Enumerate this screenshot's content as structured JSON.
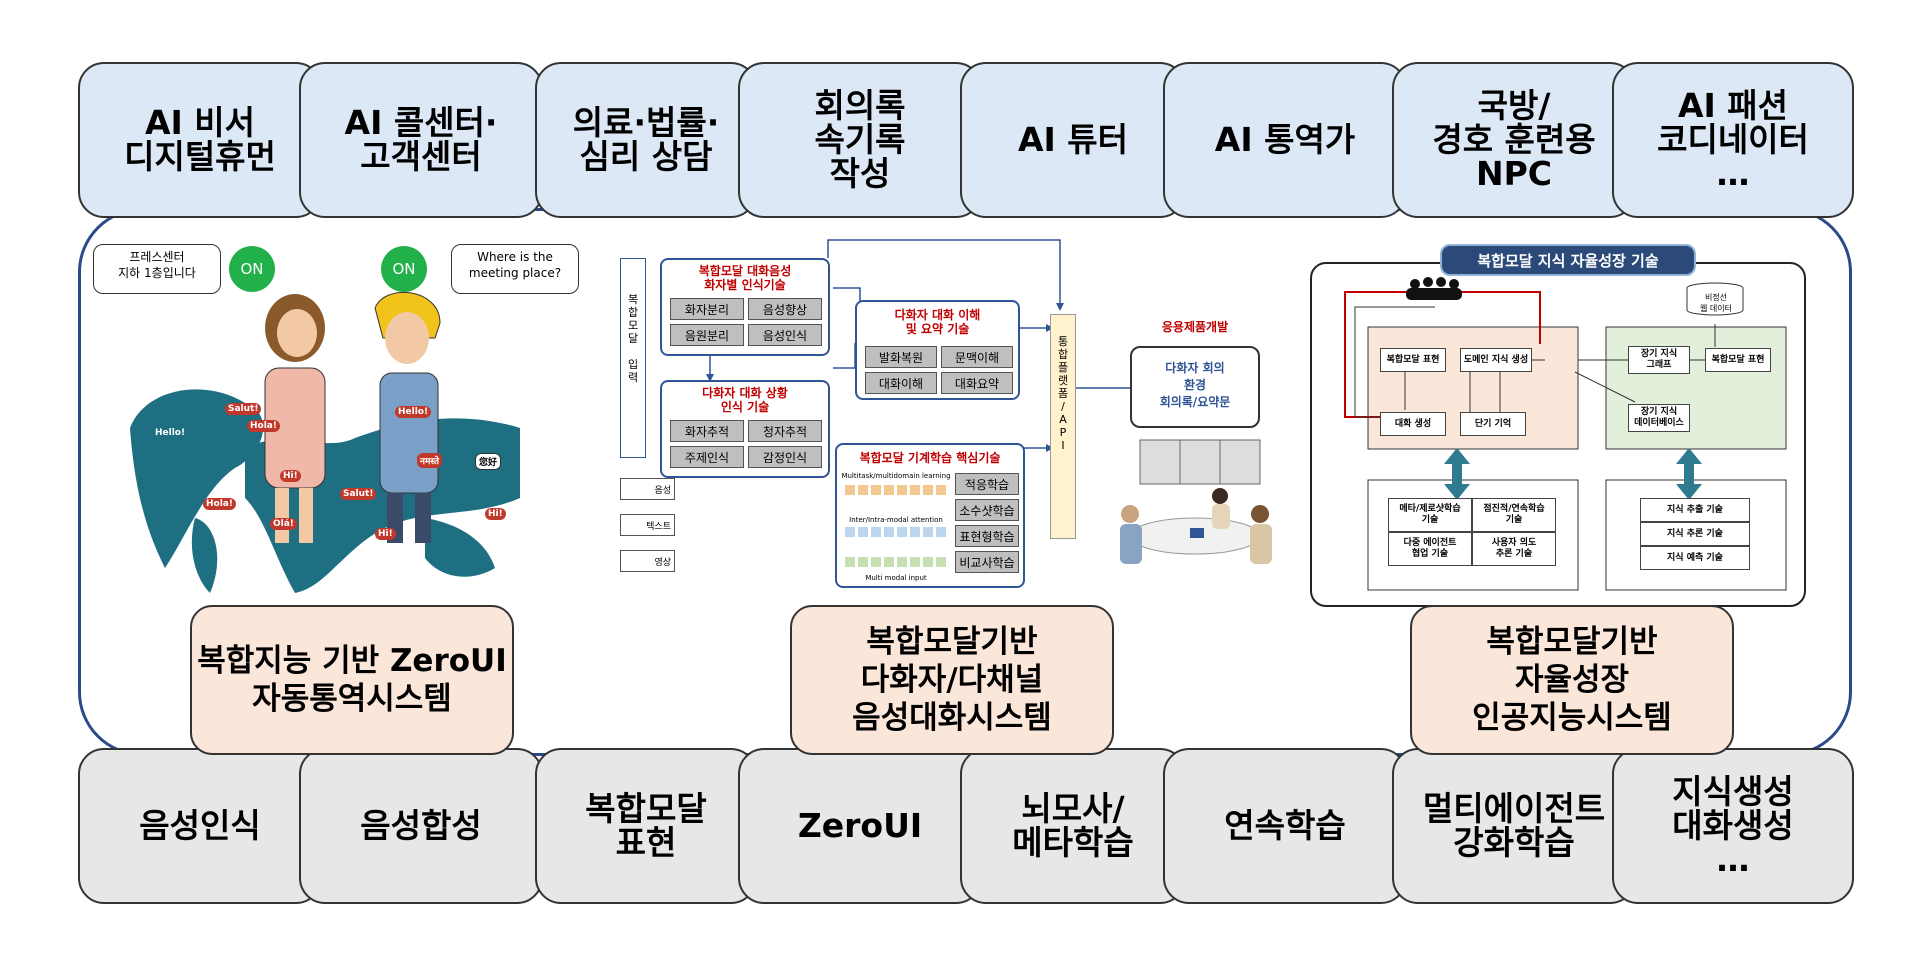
{
  "top_tiles": [
    "AI 비서\n디지털휴먼",
    "AI 콜센터·\n고객센터",
    "의료·법률·\n심리 상담",
    "회의록\n속기록\n작성",
    "AI 튜터",
    "AI 통역가",
    "국방/\n경호 훈련용\nNPC",
    "AI 패션\n코디네이터\n…"
  ],
  "bottom_tiles": [
    "음성인식",
    "음성합성",
    "복합모달\n표현",
    "ZeroUI",
    "뇌모사/\n메타학습",
    "연속학습",
    "멀티에이전트\n강화학습",
    "지식생성\n대화생성\n…"
  ],
  "systems": [
    "복합지능 기반 ZeroUI\n자동통역시스템",
    "복합모달기반\n다화자/다채널\n음성대화시스템",
    "복합모달기반\n자율성장\n인공지능시스템"
  ],
  "left_panel": {
    "bubble_left": "프레스센터\n지하 1층입니다",
    "bubble_right": "Where is the\nmeeting place?",
    "on_left": "ON",
    "on_right": "ON",
    "greetings": [
      "Hello!",
      "Salut!",
      "Hola!",
      "Hello!",
      "Hi!",
      "नमस्ते",
      "您好",
      "Salut!",
      "Hola!",
      "Olá!",
      "Hi!",
      "Hi!"
    ]
  },
  "middle_panel": {
    "input_label": "복\n합\n모\n달\n\n입\n력",
    "box1_title": "복합모달 대화음성\n화자별 인식기술",
    "box1_items": [
      "화자분리",
      "음성향상",
      "음원분리",
      "음성인식"
    ],
    "box2_title": "다화자 대화 상황\n인식 기술",
    "box2_items": [
      "화자추적",
      "청자추적",
      "주제인식",
      "감정인식"
    ],
    "box3_title": "다화자 대화 이해\n및 요약 기술",
    "box3_items": [
      "발화복원",
      "문맥이해",
      "대화이해",
      "대화요약"
    ],
    "box4_title": "복합모달 기계학습 핵심기술",
    "box4_items": [
      "적응학습",
      "소수샷학습",
      "표현형학습",
      "비교사학습"
    ],
    "box4_small": [
      "Multitask/multidomain learning",
      "Inter/Intra-modal attention",
      "Multi modal input"
    ],
    "modalities": [
      "음성",
      "텍스트",
      "영상"
    ],
    "platform_label": "통\n합\n플\n랫\n폼\n/\nA\nP\nI",
    "app_title": "응용제품개발",
    "app_box": "다화자 회의\n환경\n회의록/요약문"
  },
  "right_panel": {
    "banner": "복합모달 지식 자율성장 기술",
    "nodes": [
      "복합모달 표현",
      "도메인 지식 생성",
      "대화 생성",
      "단기 기억",
      "장기 지식\n그래프",
      "복합모달 표현",
      "장기 지식\n데이터베이스"
    ],
    "db_label": "비정선\n웹 데이터",
    "lower_left": [
      "메타/제로샷학습\n기술",
      "점진적/연속학습\n기술",
      "다중 에이전트\n협업 기술",
      "사용자 의도\n추론 기술"
    ],
    "lower_right": [
      "지식 추출 기술",
      "지식 추론 기술",
      "지식 예측 기술"
    ]
  },
  "colors": {
    "top_tile": "#dce8f5",
    "bottom_tile": "#e7e7e7",
    "system_box": "#fbe6da",
    "frame_blue": "#2b4a8a",
    "title_red": "#c00000",
    "on_green": "#22b04a",
    "teal_arrow": "#2e7b90",
    "right_peach": "#fbe6da",
    "right_green": "#e2efda"
  }
}
